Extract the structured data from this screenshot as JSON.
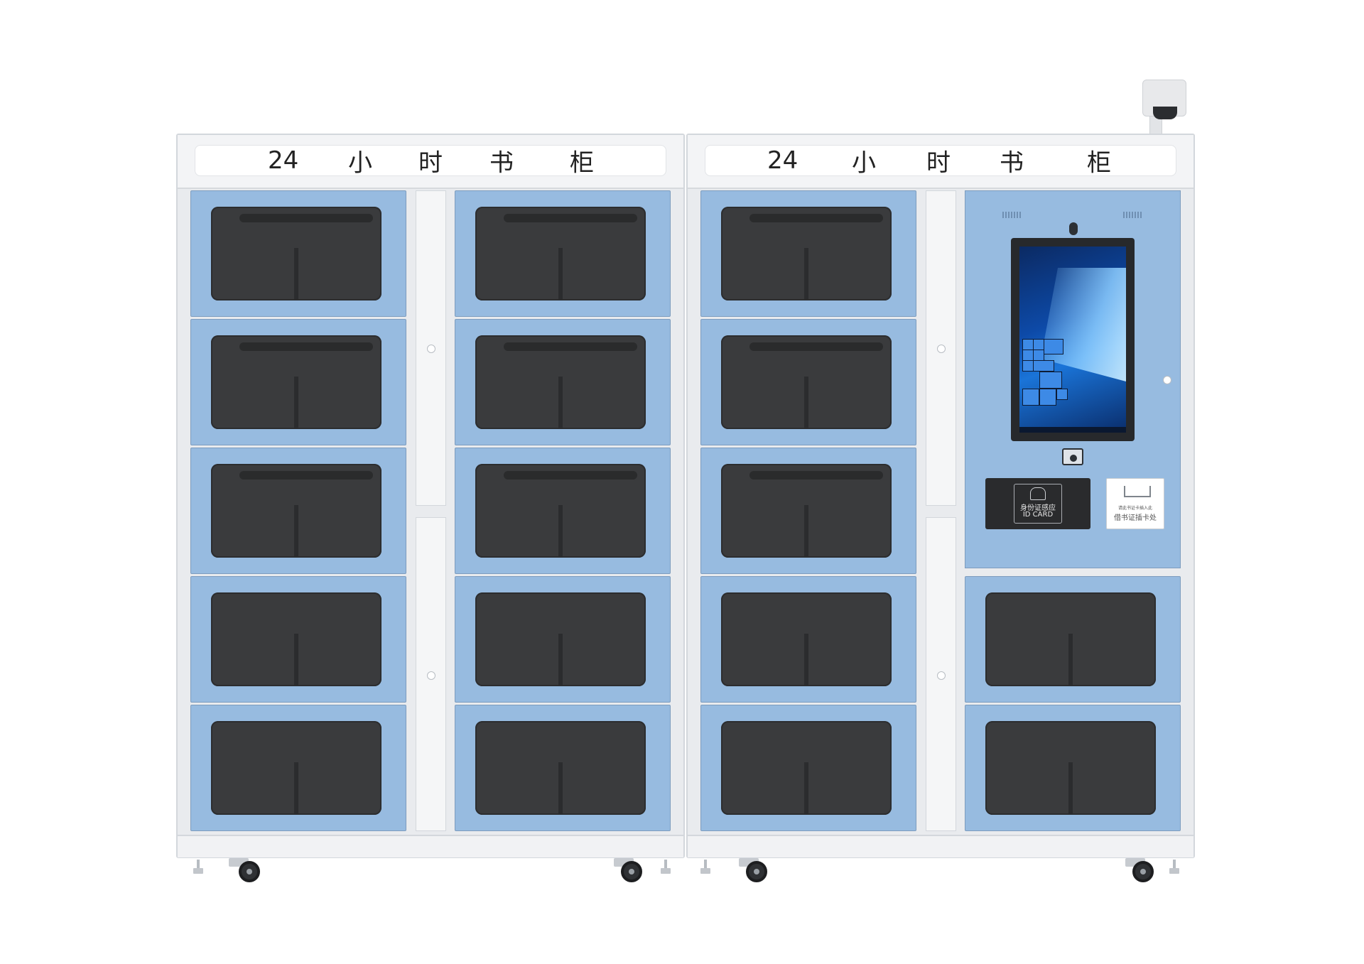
{
  "cabinets": [
    {
      "sign": {
        "number": "24",
        "chars": [
          "小",
          "时",
          "书",
          "柜"
        ]
      }
    },
    {
      "sign": {
        "number": "24",
        "chars": [
          "小",
          "时",
          "书",
          "柜"
        ]
      }
    }
  ],
  "control_panel": {
    "id_reader": {
      "label_cn": "身份证感应",
      "label_en": "ID CARD"
    },
    "card_slot": {
      "hint": "请此书证卡插入此",
      "label": "借书证插卡处"
    }
  },
  "colors": {
    "door_blue": "#97bbe0",
    "window_dark": "#3a3b3d",
    "frame_gray": "#e9ebee",
    "screen_blue": "#0d4aa8"
  }
}
